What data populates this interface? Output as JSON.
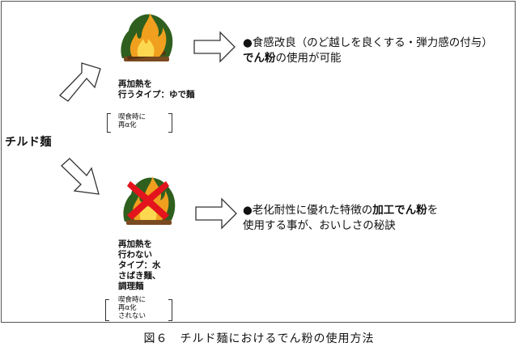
{
  "root": {
    "label": "チルド麺"
  },
  "branches": [
    {
      "type_label": "再加熱を\n行うタイプ：ゆで麺",
      "note": "喫食時に\n再α化",
      "benefit": {
        "line1": "●食感改良（のど越しを良くする・弾力感の付与）",
        "line2_bold": "でん粉",
        "line2_rest": "の使用が可能"
      }
    },
    {
      "type_label": "再加熱を\n行わない\nタイプ：水\nさばき麺、\n調理麺",
      "note": "喫食時に\n再α化\nされない",
      "benefit": {
        "line1_pre": "●老化耐性に優れた特徴の",
        "line1_bold": "加工でん粉",
        "line1_post": "を",
        "line2": "使用する事が、おいしさの秘訣"
      }
    }
  ],
  "caption": "図６　チルド麺におけるでん粉の使用方法",
  "colors": {
    "flame_outer": "#f0a01e",
    "flame_inner": "#fbd850",
    "bush": "#2f5f1e",
    "log": "#7a4a20",
    "cross": "#e3141d"
  },
  "icons": [
    "campfire-icon",
    "campfire-icon",
    "cross-icon"
  ]
}
